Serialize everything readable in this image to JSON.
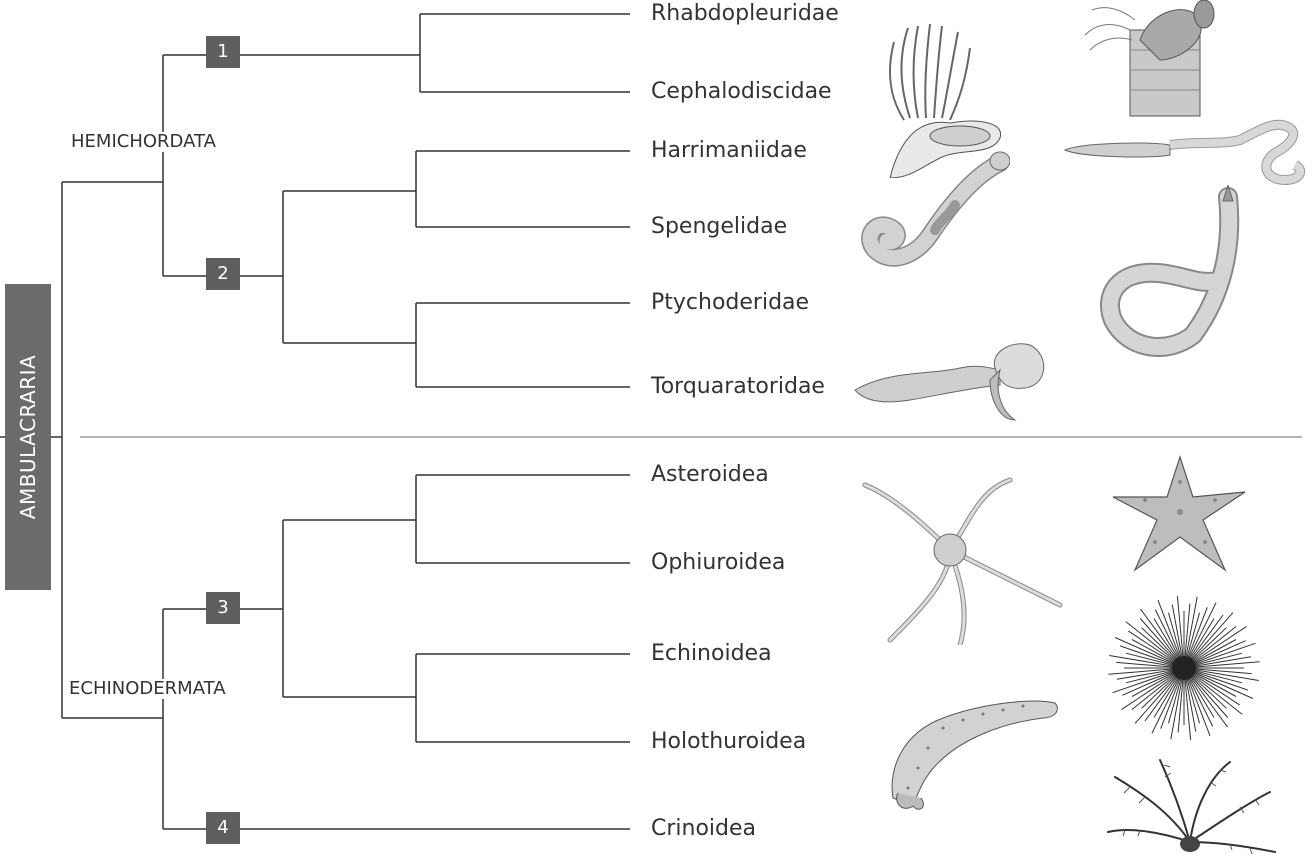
{
  "root": {
    "label": "AMBULACRARIA"
  },
  "groups": {
    "hemichordata": "HEMICHORDATA",
    "echinodermata": "ECHINODERMATA"
  },
  "nodes": [
    "1",
    "2",
    "3",
    "4"
  ],
  "taxa": [
    {
      "name": "Rhabdopleuridae",
      "illustration": "rhabdopleura-colony"
    },
    {
      "name": "Cephalodiscidae",
      "illustration": "cephalodiscus-zooid"
    },
    {
      "name": "Harrimaniidae",
      "illustration": "acorn-worm-long"
    },
    {
      "name": "Spengelidae",
      "illustration": "acorn-worm-coiled"
    },
    {
      "name": "Ptychoderidae",
      "illustration": "acorn-worm-ptychoderid"
    },
    {
      "name": "Torquaratoridae",
      "illustration": "acorn-worm-torquaratorid"
    },
    {
      "name": "Asteroidea",
      "illustration": "sea-star"
    },
    {
      "name": "Ophiuroidea",
      "illustration": "brittle-star"
    },
    {
      "name": "Echinoidea",
      "illustration": "sea-urchin"
    },
    {
      "name": "Holothuroidea",
      "illustration": "sea-cucumber"
    },
    {
      "name": "Crinoidea",
      "illustration": "feather-star"
    }
  ],
  "colors": {
    "line": "#333333",
    "node_box": "#5f5f5f",
    "root_box": "#6b6b6b",
    "divider": "#9a9a9a"
  }
}
